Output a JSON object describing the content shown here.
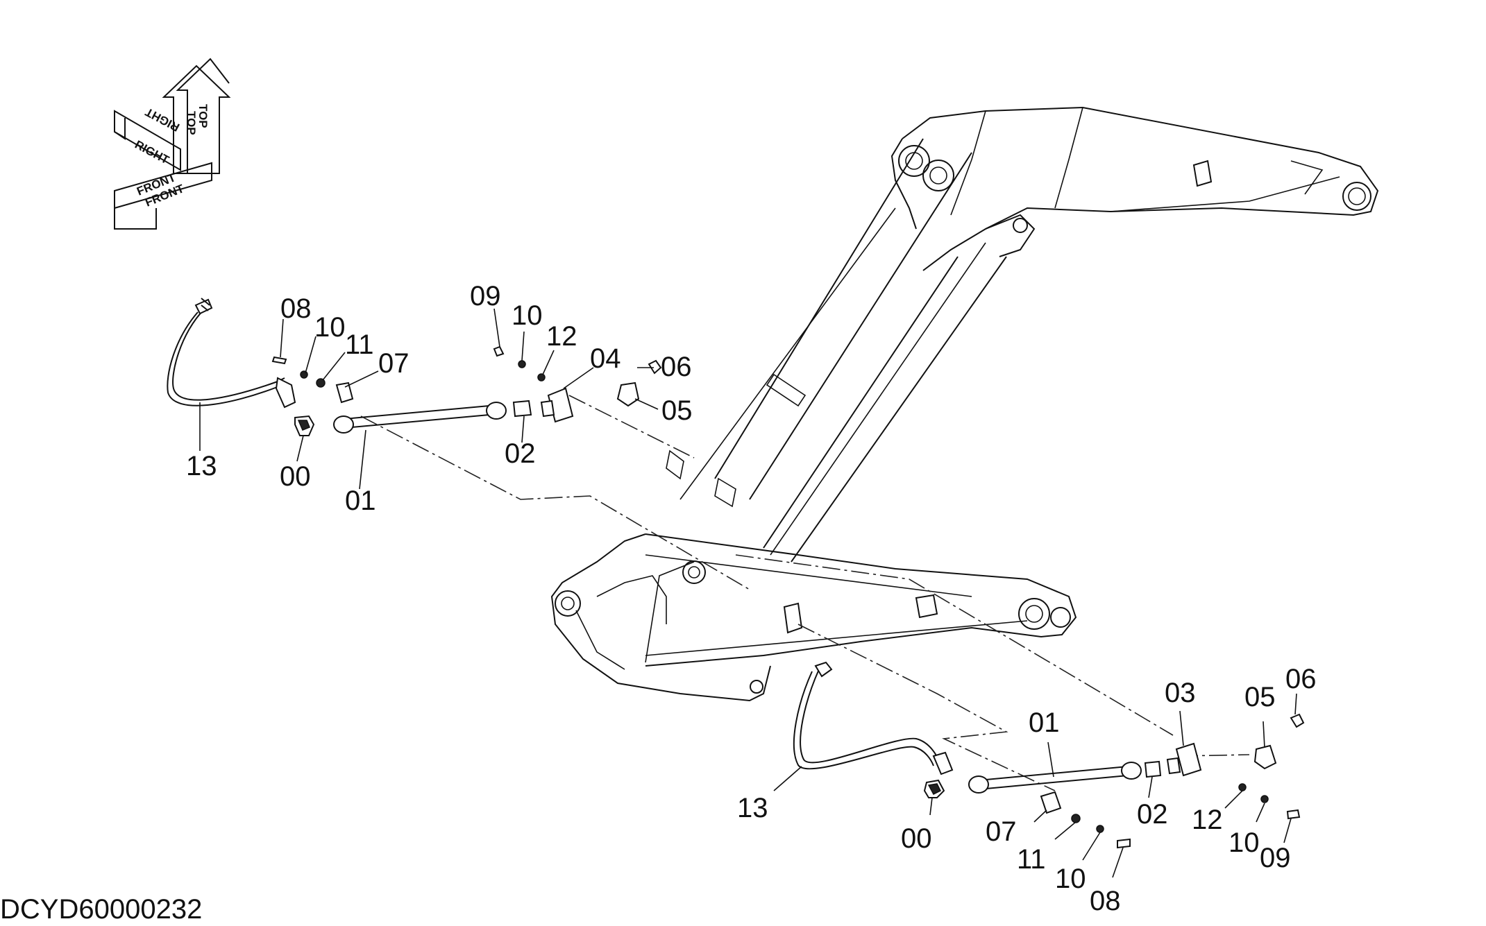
{
  "drawing_code": "DCYD60000232",
  "orientation": {
    "top": "TOP",
    "right": "RIGHT",
    "front": "FRONT"
  },
  "parts_upper": {
    "p00": "00",
    "p01": "01",
    "p02": "02",
    "p04": "04",
    "p05": "05",
    "p06": "06",
    "p07": "07",
    "p08": "08",
    "p09": "09",
    "p10a": "10",
    "p10b": "10",
    "p11": "11",
    "p12": "12",
    "p13": "13"
  },
  "parts_lower": {
    "p00": "00",
    "p01": "01",
    "p02": "02",
    "p03": "03",
    "p05": "05",
    "p06": "06",
    "p07": "07",
    "p08": "08",
    "p09": "09",
    "p10a": "10",
    "p10b": "10",
    "p11": "11",
    "p12": "12",
    "p13": "13"
  }
}
